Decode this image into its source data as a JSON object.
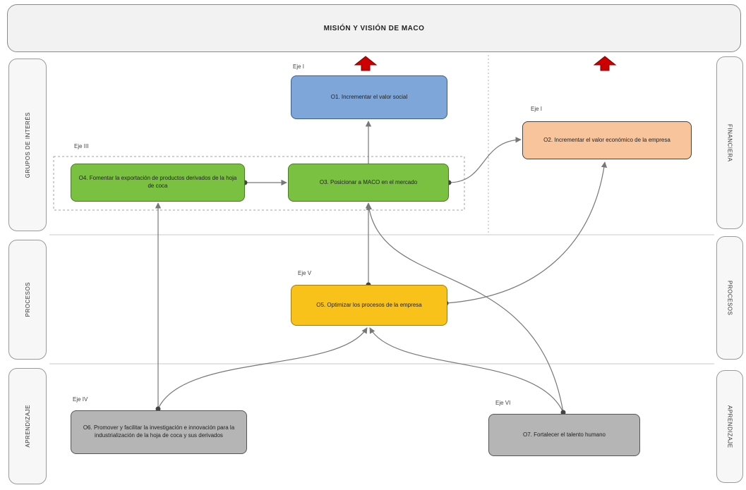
{
  "title": "MISIÓN Y VISIÓN DE MACO",
  "left_perspectives": [
    "GRUPOS DE INTERÉS",
    "PROCESOS",
    "APRENDIZAJE"
  ],
  "right_perspectives": [
    "FINANCIERA",
    "PROCESOS",
    "APRENDIZAJE"
  ],
  "axes": {
    "eje_top": "Eje I",
    "eje_right": "Eje I",
    "eje_left": "Eje III",
    "eje_mid": "Eje V",
    "eje_bl": "Eje IV",
    "eje_br": "Eje VI"
  },
  "objectives": {
    "o1": "O1. Incrementar el valor social",
    "o2": "O2. Incrementar el valor económico de la empresa",
    "o3": "O3. Posicionar a MACO en el mercado",
    "o4": "O4. Fomentar la exportación de productos derivados de la hoja de coca",
    "o5": "O5. Optimizar los procesos de la empresa",
    "o6": "O6. Promover y facilitar la investigación e innovación para la industrialización de la hoja de coca y sus derivados",
    "o7": "O7. Fortalecer el talento humano"
  },
  "colors": {
    "blue": "#7fa6d8",
    "orange": "#f8c49c",
    "green": "#7ac142",
    "yellow": "#f9c21a",
    "gray": "#b5b5b5",
    "arrow_up": "#cc0000"
  }
}
